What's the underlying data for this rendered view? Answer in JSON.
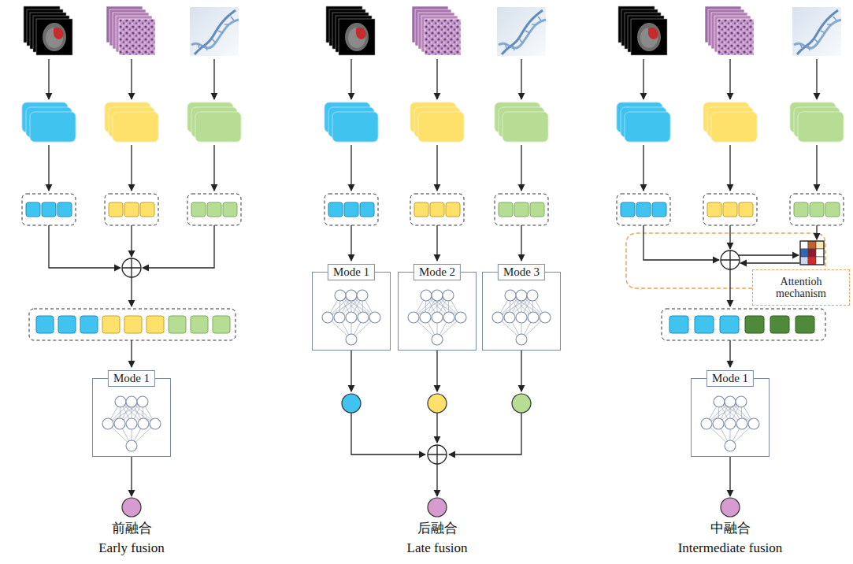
{
  "diagram": {
    "nodes": [
      {
        "text": [
          "Mode 1"
        ]
      },
      {
        "text": [
          "Mode 1"
        ]
      },
      {
        "text": [
          "Mode 2"
        ]
      },
      {
        "text": [
          "Mode 3"
        ]
      },
      {
        "text": [
          "Attentioh mechanism"
        ]
      },
      {
        "text": [
          "Mode 1"
        ]
      }
    ],
    "labels": [
      "前融合",
      "Early fusion",
      "后融合",
      "Late fusion",
      "中融合",
      "Intermediate fusion"
    ]
  }
}
